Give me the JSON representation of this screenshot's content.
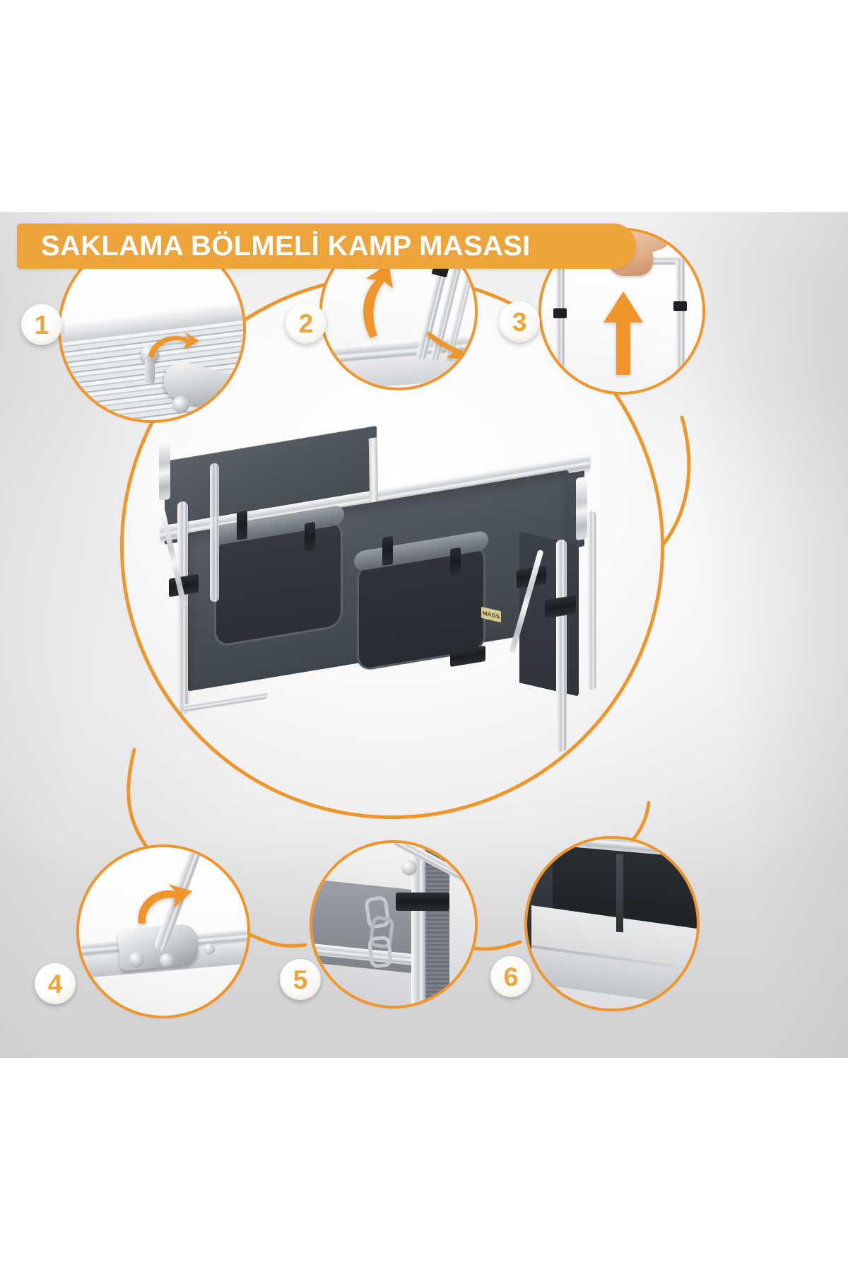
{
  "banner": {
    "title": "SAKLAMA BÖLMELİ KAMP MASASI",
    "bg_color": "#eda43a",
    "text_color": "#ffffff"
  },
  "theme": {
    "accent": "#f0952a",
    "accent_soft": "#eda43a",
    "badge_bg": "#fdfbf7",
    "panel_bg": "#efefef",
    "product_dark": "#474e55",
    "product_metal": "#d9dcdf"
  },
  "product": {
    "brand_logo": "MAGS",
    "description": "Katlanabilir alüminyum kamp masası, altında gri kumaş saklama bölmesi"
  },
  "callouts": [
    {
      "number": "1",
      "name": "locking-pin-detail",
      "caption": ""
    },
    {
      "number": "2",
      "name": "leg-unfold-detail",
      "caption": ""
    },
    {
      "number": "3",
      "name": "carry-handle-detail",
      "caption": ""
    },
    {
      "number": "4",
      "name": "hinge-lock-detail",
      "caption": ""
    },
    {
      "number": "5",
      "name": "chain-strap-detail",
      "caption": ""
    },
    {
      "number": "6",
      "name": "storage-interior-detail",
      "caption": ""
    }
  ],
  "center": {
    "name": "main-product-photo",
    "label": ""
  }
}
